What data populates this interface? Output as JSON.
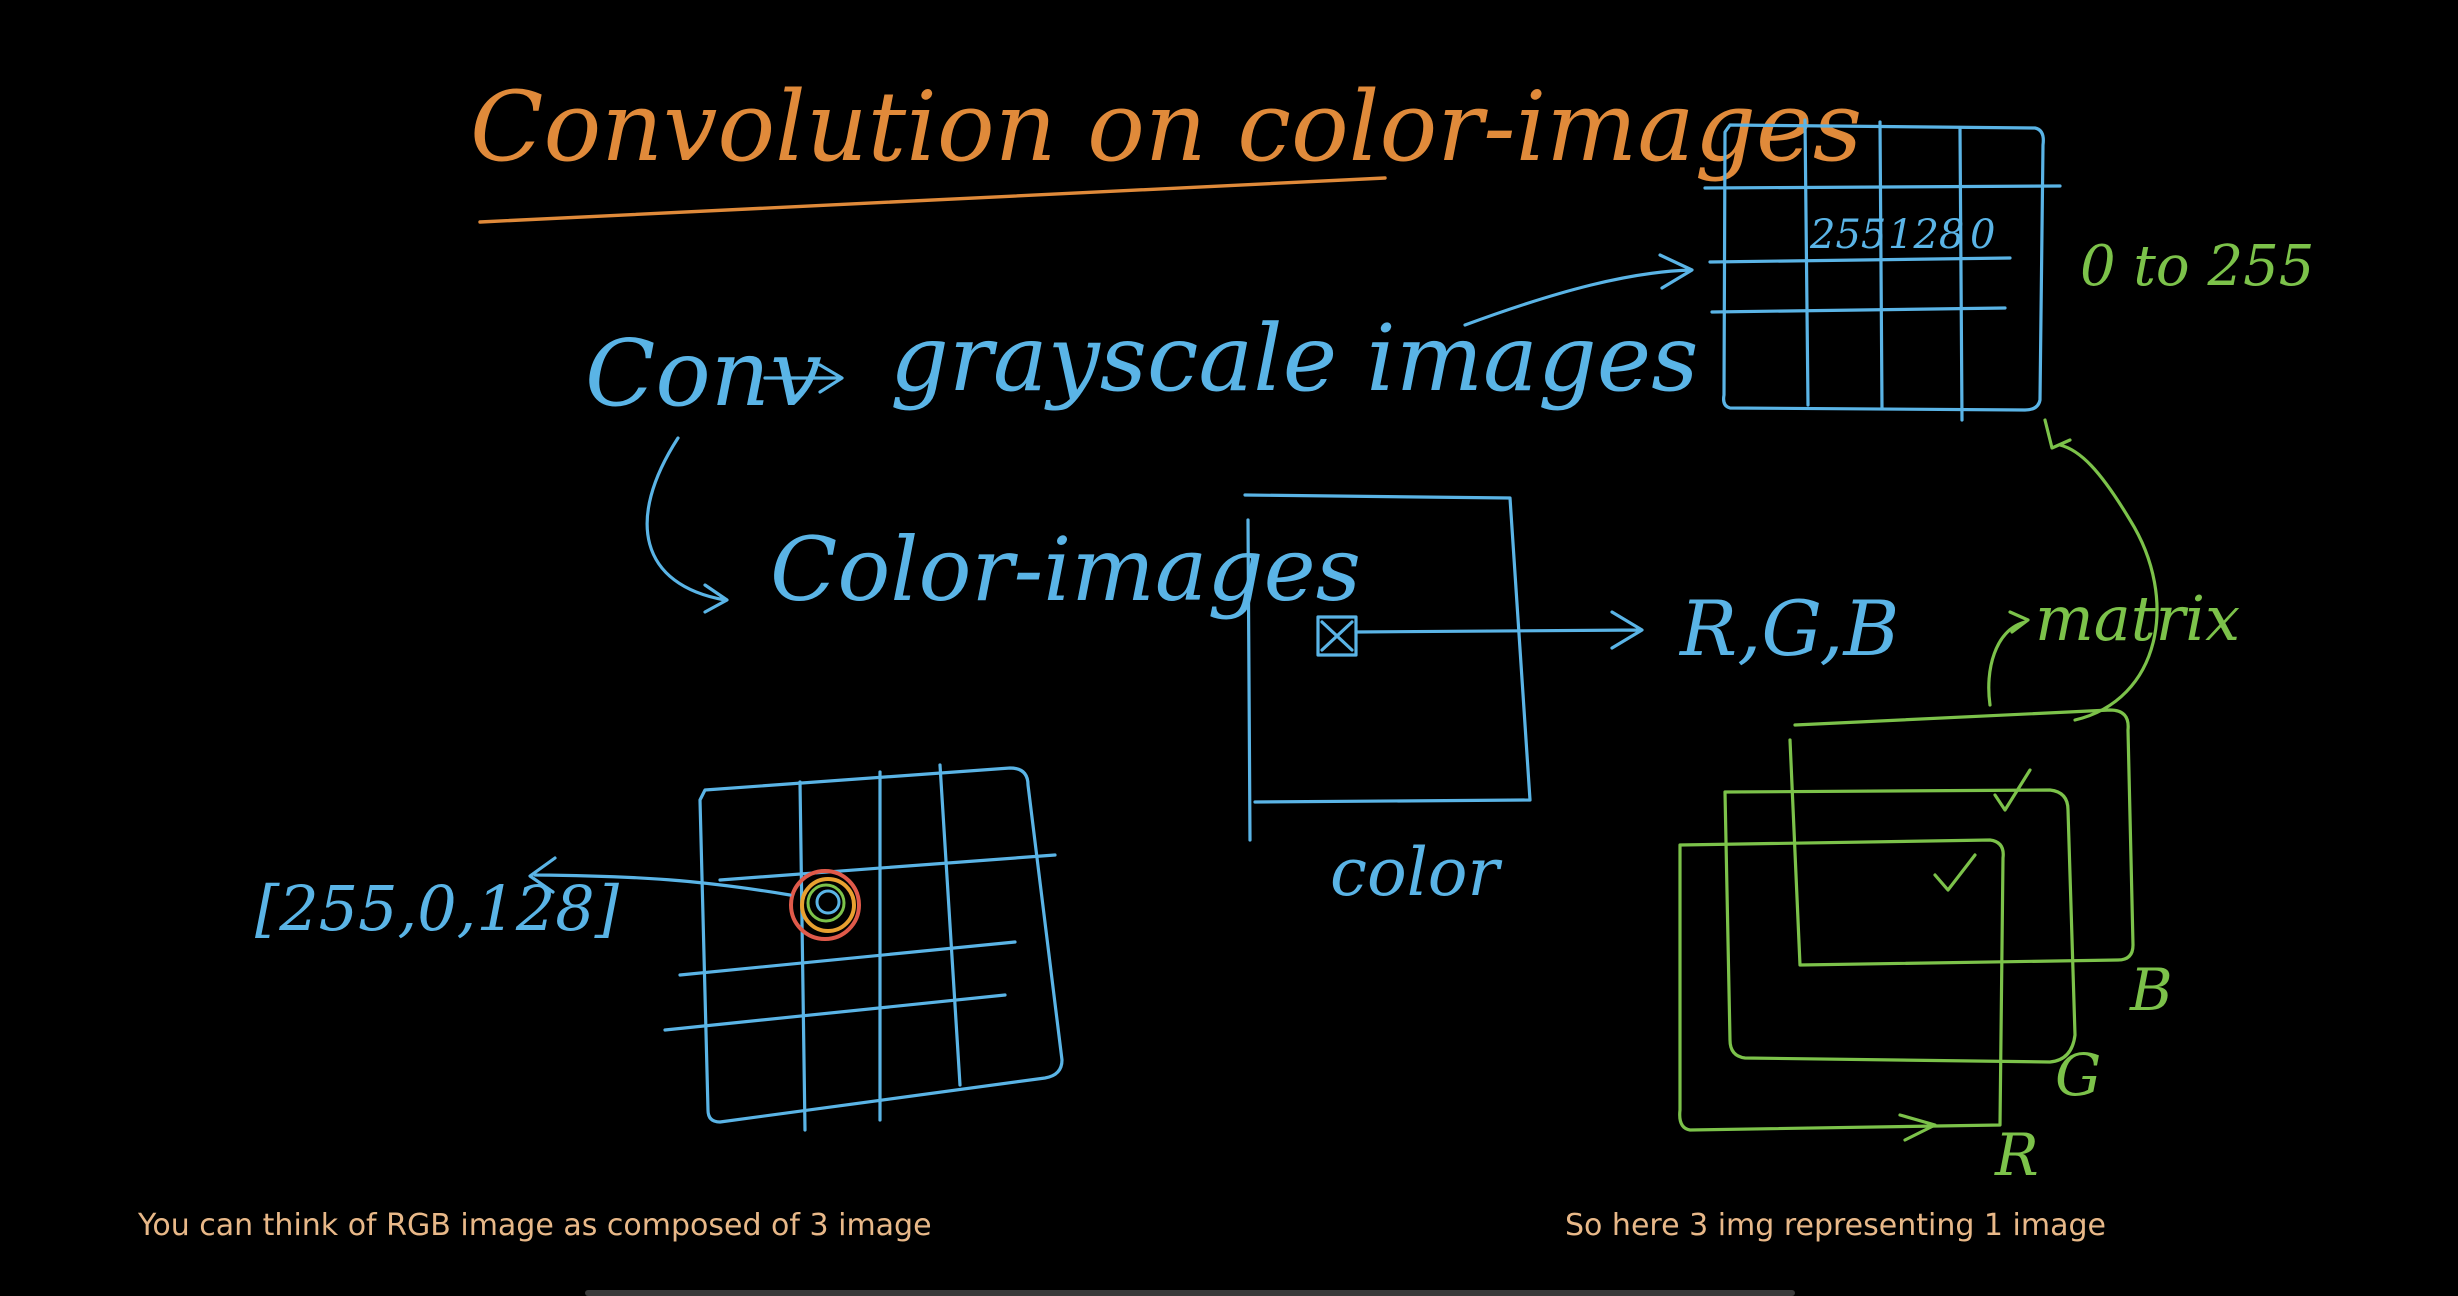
{
  "title": "Convolution on color-images",
  "notes": {
    "conv": "Conv",
    "grayscale": "grayscale images",
    "color_images": "Color-images",
    "rgb": "R,G,B",
    "color_label": "color",
    "range": "0 to 255",
    "matrix": "matrix",
    "pixel_values": "[255,0,128]",
    "cell_255": "255",
    "cell_128": "128",
    "cell_0": "0",
    "label_r": "R",
    "label_g": "G",
    "label_b": "B"
  },
  "captions": {
    "left": "You can think of RGB image as composed of 3 image",
    "right": "So here 3 img representing 1 image"
  },
  "colors": {
    "blue_ink": "#5ab4e6",
    "green_ink": "#7cc24a",
    "orange_ink": "#e08a3a",
    "caption": "#e8b888"
  }
}
